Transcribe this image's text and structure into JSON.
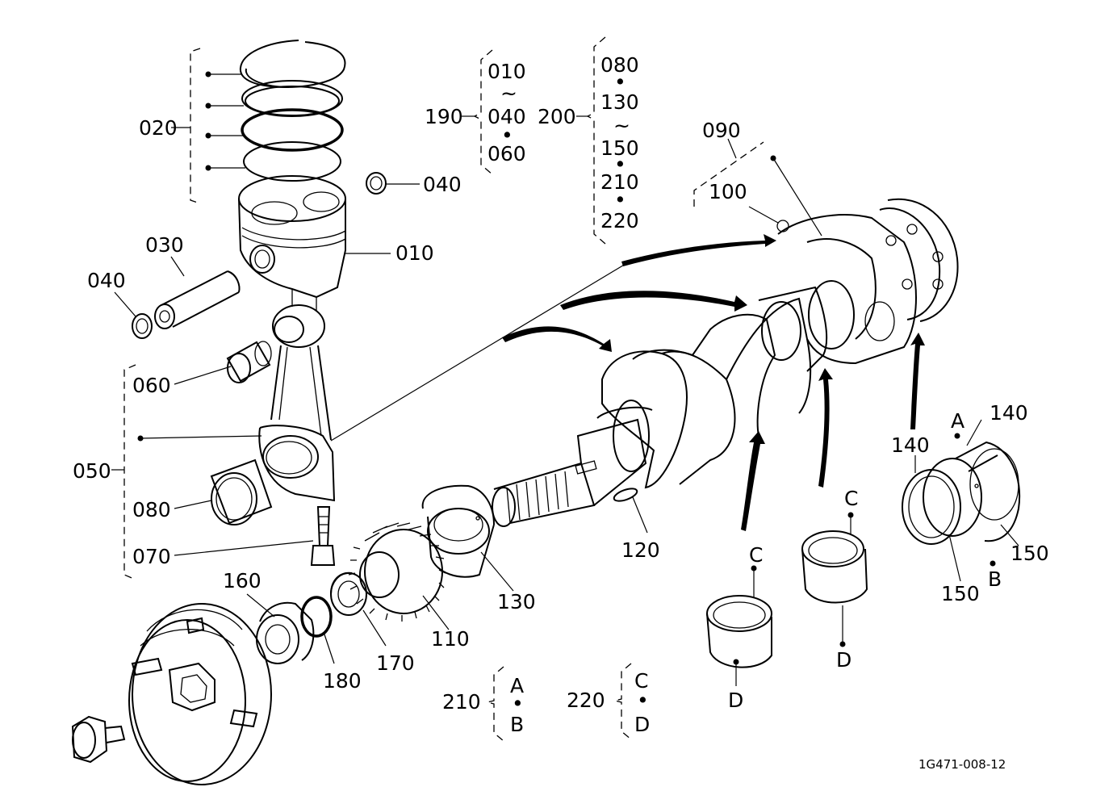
{
  "figure_code": "1G471-008-12",
  "labels": {
    "p010": "010",
    "p020": "020",
    "p030": "030",
    "p040a": "040",
    "p040b": "040",
    "p050": "050",
    "p060": "060",
    "p070": "070",
    "p080": "080",
    "p090": "090",
    "p100": "100",
    "p110": "110",
    "p120": "120",
    "p130": "130",
    "p140a": "140",
    "p140b": "140",
    "p150a": "150",
    "p150b": "150",
    "p160": "160",
    "p170": "170",
    "p180": "180",
    "bearing_A": "A",
    "bearing_B": "B",
    "bearing_C1": "C",
    "bearing_D1": "D",
    "bearing_C2": "C",
    "bearing_D2": "D"
  },
  "groups": {
    "g190": {
      "label": "190",
      "items": [
        "010",
        "~",
        "040",
        "•",
        "060"
      ]
    },
    "g200": {
      "label": "200",
      "items": [
        "080",
        "•",
        "130",
        "~",
        "150",
        "•",
        "210",
        "•",
        "220"
      ]
    },
    "g210": {
      "label": "210",
      "items": [
        "A",
        "•",
        "B"
      ]
    },
    "g220": {
      "label": "220",
      "items": [
        "C",
        "•",
        "D"
      ]
    }
  }
}
